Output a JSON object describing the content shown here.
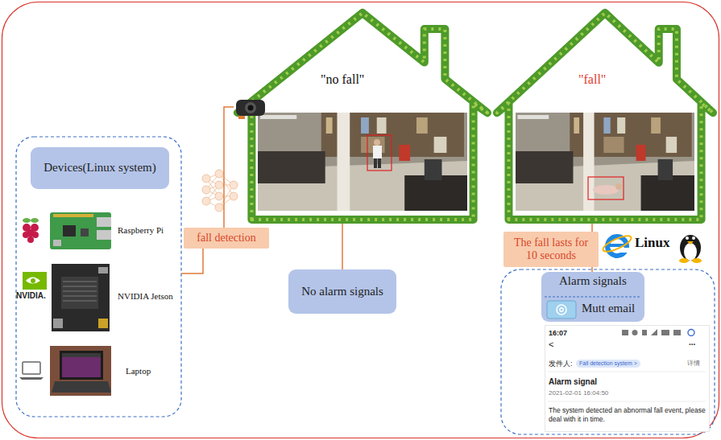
{
  "diagram": {
    "nodes": [
      {
        "text": [
          "Devices(Linux system)"
        ]
      },
      {
        "text": [
          "fall detection"
        ]
      },
      {
        "text": [
          "\"no fall\""
        ]
      },
      {
        "text": [
          "No alarm signals"
        ]
      },
      {
        "text": [
          "\"fall\""
        ]
      },
      {
        "text": [
          "The fall lasts for 10 seconds"
        ]
      },
      {
        "text": [
          "Alarm signals",
          "Mutt email"
        ]
      },
      {
        "text": [
          "16:07",
          "<",
          "...",
          "发件人:",
          "详情",
          "Alarm signal",
          "2021-02-01 16:04:50",
          "The system detected an abnormal fall event, please deal with it in time."
        ]
      },
      {
        "text": [
          "Fall detection system >"
        ],
        "in": 7
      }
    ],
    "edges": [
      {
        "from": 1,
        "to": 2,
        "arrow": "none"
      },
      {
        "from": 2,
        "to": 3,
        "arrow": "none"
      },
      {
        "from": 4,
        "to": 5,
        "arrow": "none"
      },
      {
        "from": 5,
        "to": 6,
        "arrow": "none"
      }
    ],
    "labels": [
      "Raspberry Pi",
      "NVIDIA Jetson",
      "Laptop",
      "NVIDIA.",
      "Linux"
    ]
  }
}
